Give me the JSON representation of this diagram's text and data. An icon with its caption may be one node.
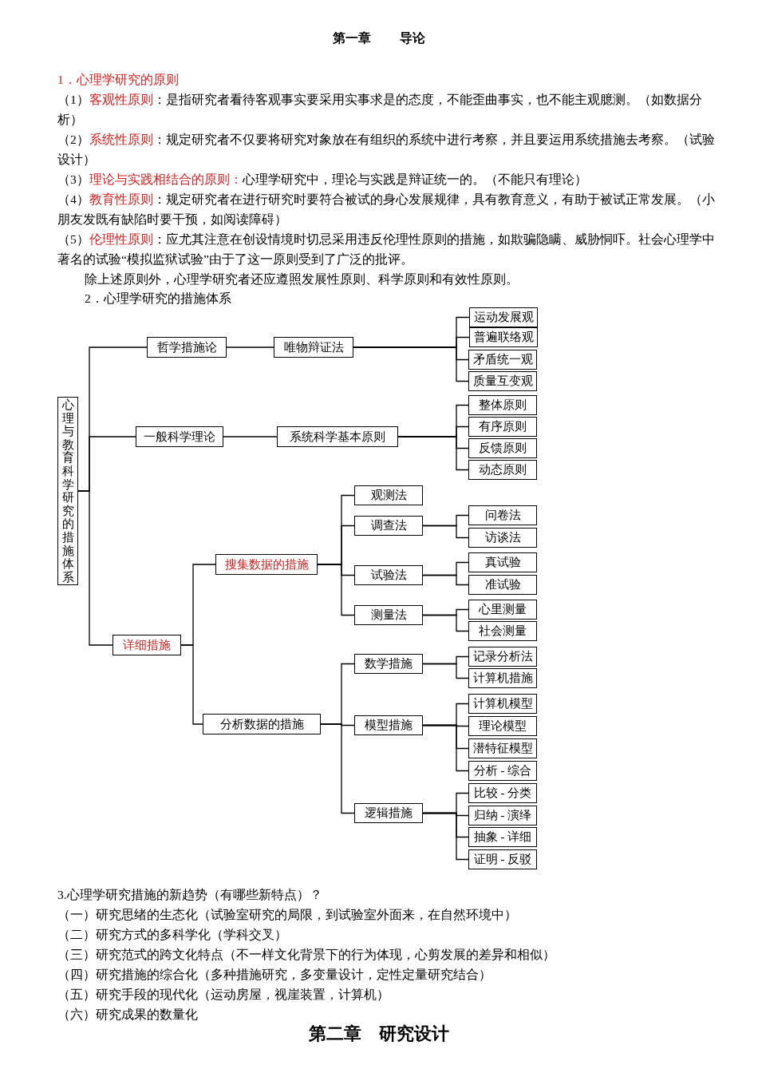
{
  "diagram": {
    "title": "第一章        导论",
    "nodes": [
      {
        "text": [
          "心理与教育科学研究的措施体系"
        ]
      },
      {
        "text": [
          "哲学措施论"
        ]
      },
      {
        "text": [
          "唯物辩证法"
        ]
      },
      {
        "text": [
          "运动发展观"
        ]
      },
      {
        "text": [
          "普遍联络观"
        ]
      },
      {
        "text": [
          "矛盾统一观"
        ]
      },
      {
        "text": [
          "质量互变观"
        ]
      },
      {
        "text": [
          "一般科学理论"
        ]
      },
      {
        "text": [
          "系统科学基本原则"
        ]
      },
      {
        "text": [
          "整体原则"
        ]
      },
      {
        "text": [
          "有序原则"
        ]
      },
      {
        "text": [
          "反馈原则"
        ]
      },
      {
        "text": [
          "动态原则"
        ]
      },
      {
        "text": [
          "详细措施"
        ]
      },
      {
        "text": [
          "搜集数据的措施"
        ]
      },
      {
        "text": [
          "观测法"
        ]
      },
      {
        "text": [
          "调查法"
        ]
      },
      {
        "text": [
          "问卷法"
        ]
      },
      {
        "text": [
          "访谈法"
        ]
      },
      {
        "text": [
          "试验法"
        ]
      },
      {
        "text": [
          "真试验"
        ]
      },
      {
        "text": [
          "准试验"
        ]
      },
      {
        "text": [
          "测量法"
        ]
      },
      {
        "text": [
          "心里测量"
        ]
      },
      {
        "text": [
          "社会测量"
        ]
      },
      {
        "text": [
          "分析数据的措施"
        ]
      },
      {
        "text": [
          "数学措施"
        ]
      },
      {
        "text": [
          "记录分析法"
        ]
      },
      {
        "text": [
          "计算机措施"
        ]
      },
      {
        "text": [
          "模型措施"
        ]
      },
      {
        "text": [
          "计算机模型"
        ]
      },
      {
        "text": [
          "理论模型"
        ]
      },
      {
        "text": [
          "潜特征模型"
        ]
      },
      {
        "text": [
          "分析 - 综合"
        ]
      },
      {
        "text": [
          "逻辑措施"
        ]
      },
      {
        "text": [
          "比较 - 分类"
        ]
      },
      {
        "text": [
          "归纳 - 演绎"
        ]
      },
      {
        "text": [
          "抽象 - 详细"
        ]
      },
      {
        "text": [
          "证明 - 反驳"
        ]
      }
    ],
    "edges": [
      {
        "from": 0,
        "to": 1,
        "arrow": "none"
      },
      {
        "from": 1,
        "to": 2,
        "arrow": "none"
      },
      {
        "from": 2,
        "to": 3,
        "arrow": "none"
      },
      {
        "from": 2,
        "to": 4,
        "arrow": "none"
      },
      {
        "from": 2,
        "to": 5,
        "arrow": "none"
      },
      {
        "from": 2,
        "to": 6,
        "arrow": "none"
      },
      {
        "from": 0,
        "to": 7,
        "arrow": "none"
      },
      {
        "from": 7,
        "to": 8,
        "arrow": "none"
      },
      {
        "from": 8,
        "to": 9,
        "arrow": "none"
      },
      {
        "from": 8,
        "to": 10,
        "arrow": "none"
      },
      {
        "from": 8,
        "to": 11,
        "arrow": "none"
      },
      {
        "from": 8,
        "to": 12,
        "arrow": "none"
      },
      {
        "from": 0,
        "to": 13,
        "arrow": "none"
      },
      {
        "from": 13,
        "to": 14,
        "arrow": "none"
      },
      {
        "from": 14,
        "to": 15,
        "arrow": "none"
      },
      {
        "from": 14,
        "to": 16,
        "arrow": "none"
      },
      {
        "from": 16,
        "to": 17,
        "arrow": "none"
      },
      {
        "from": 16,
        "to": 18,
        "arrow": "none"
      },
      {
        "from": 14,
        "to": 19,
        "arrow": "none"
      },
      {
        "from": 19,
        "to": 20,
        "arrow": "none"
      },
      {
        "from": 19,
        "to": 21,
        "arrow": "none"
      },
      {
        "from": 14,
        "to": 22,
        "arrow": "none"
      },
      {
        "from": 22,
        "to": 23,
        "arrow": "none"
      },
      {
        "from": 22,
        "to": 24,
        "arrow": "none"
      },
      {
        "from": 13,
        "to": 25,
        "arrow": "none"
      },
      {
        "from": 25,
        "to": 26,
        "arrow": "none"
      },
      {
        "from": 26,
        "to": 27,
        "arrow": "none"
      },
      {
        "from": 26,
        "to": 28,
        "arrow": "none"
      },
      {
        "from": 25,
        "to": 29,
        "arrow": "none"
      },
      {
        "from": 29,
        "to": 30,
        "arrow": "none"
      },
      {
        "from": 29,
        "to": 31,
        "arrow": "none"
      },
      {
        "from": 29,
        "to": 32,
        "arrow": "none"
      },
      {
        "from": 29,
        "to": 33,
        "arrow": "none"
      },
      {
        "from": 25,
        "to": 34,
        "arrow": "none"
      },
      {
        "from": 34,
        "to": 35,
        "arrow": "none"
      },
      {
        "from": 34,
        "to": 36,
        "arrow": "none"
      },
      {
        "from": 34,
        "to": 37,
        "arrow": "none"
      },
      {
        "from": 34,
        "to": 38,
        "arrow": "none"
      }
    ],
    "labels": [
      "1．心理学研究的原则",
      "（1）**客观性原则**：是指研究者看待客观事实要采用实事求是的态度，不能歪曲事实，也不能主观臆测。（如数据分析）",
      "（2）**系统性原则**：规定研究者不仅要将研究对象放在有组织的系统中进行考察，并且要运用系统措施去考察。（试验设计）",
      "（3）**理论与实践相结合的原则：**心理学研究中，理论与实践是辩证统一的。（不能只有理论）",
      "（4）**教育性原则**：规定研究者在进行研究时要符合被试的身心发展规律，具有教育意义，有助于被试正常发展。（小朋友发既有缺陷时要干预，如阅读障碍）",
      "（5）**伦理性原则**：应尤其注意在创设情境时切忌采用违反伦理性原则的措施，如欺骗隐瞒、威胁恫吓。社会心理学中著名的试验“模拟监狱试验”由于了这一原则受到了广泛的批评。",
      "除上述原则外，心理学研究者还应遵照发展性原则、科学原则和有效性原则。",
      "2．心理学研究的措施体系",
      "3.心理学研究措施的新趋势（有哪些新特点）？",
      "（一）研究思绪的生态化（试验室研究的局限，到试验室外面来，在自然环境中）",
      "（二）研究方式的多科学化（学科交叉）",
      "（三）研究范式的跨文化特点（不一样文化背景下的行为体现，心剪发展的差异和相似）",
      "（四）研究措施的综合化（多种措施研究，多变量设计，定性定量研究结合）",
      "（五）研究手段的现代化（运动房屋，视崖装置，计算机）",
      "（六）研究成果的数量化",
      "第二章　研究设计"
    ]
  }
}
